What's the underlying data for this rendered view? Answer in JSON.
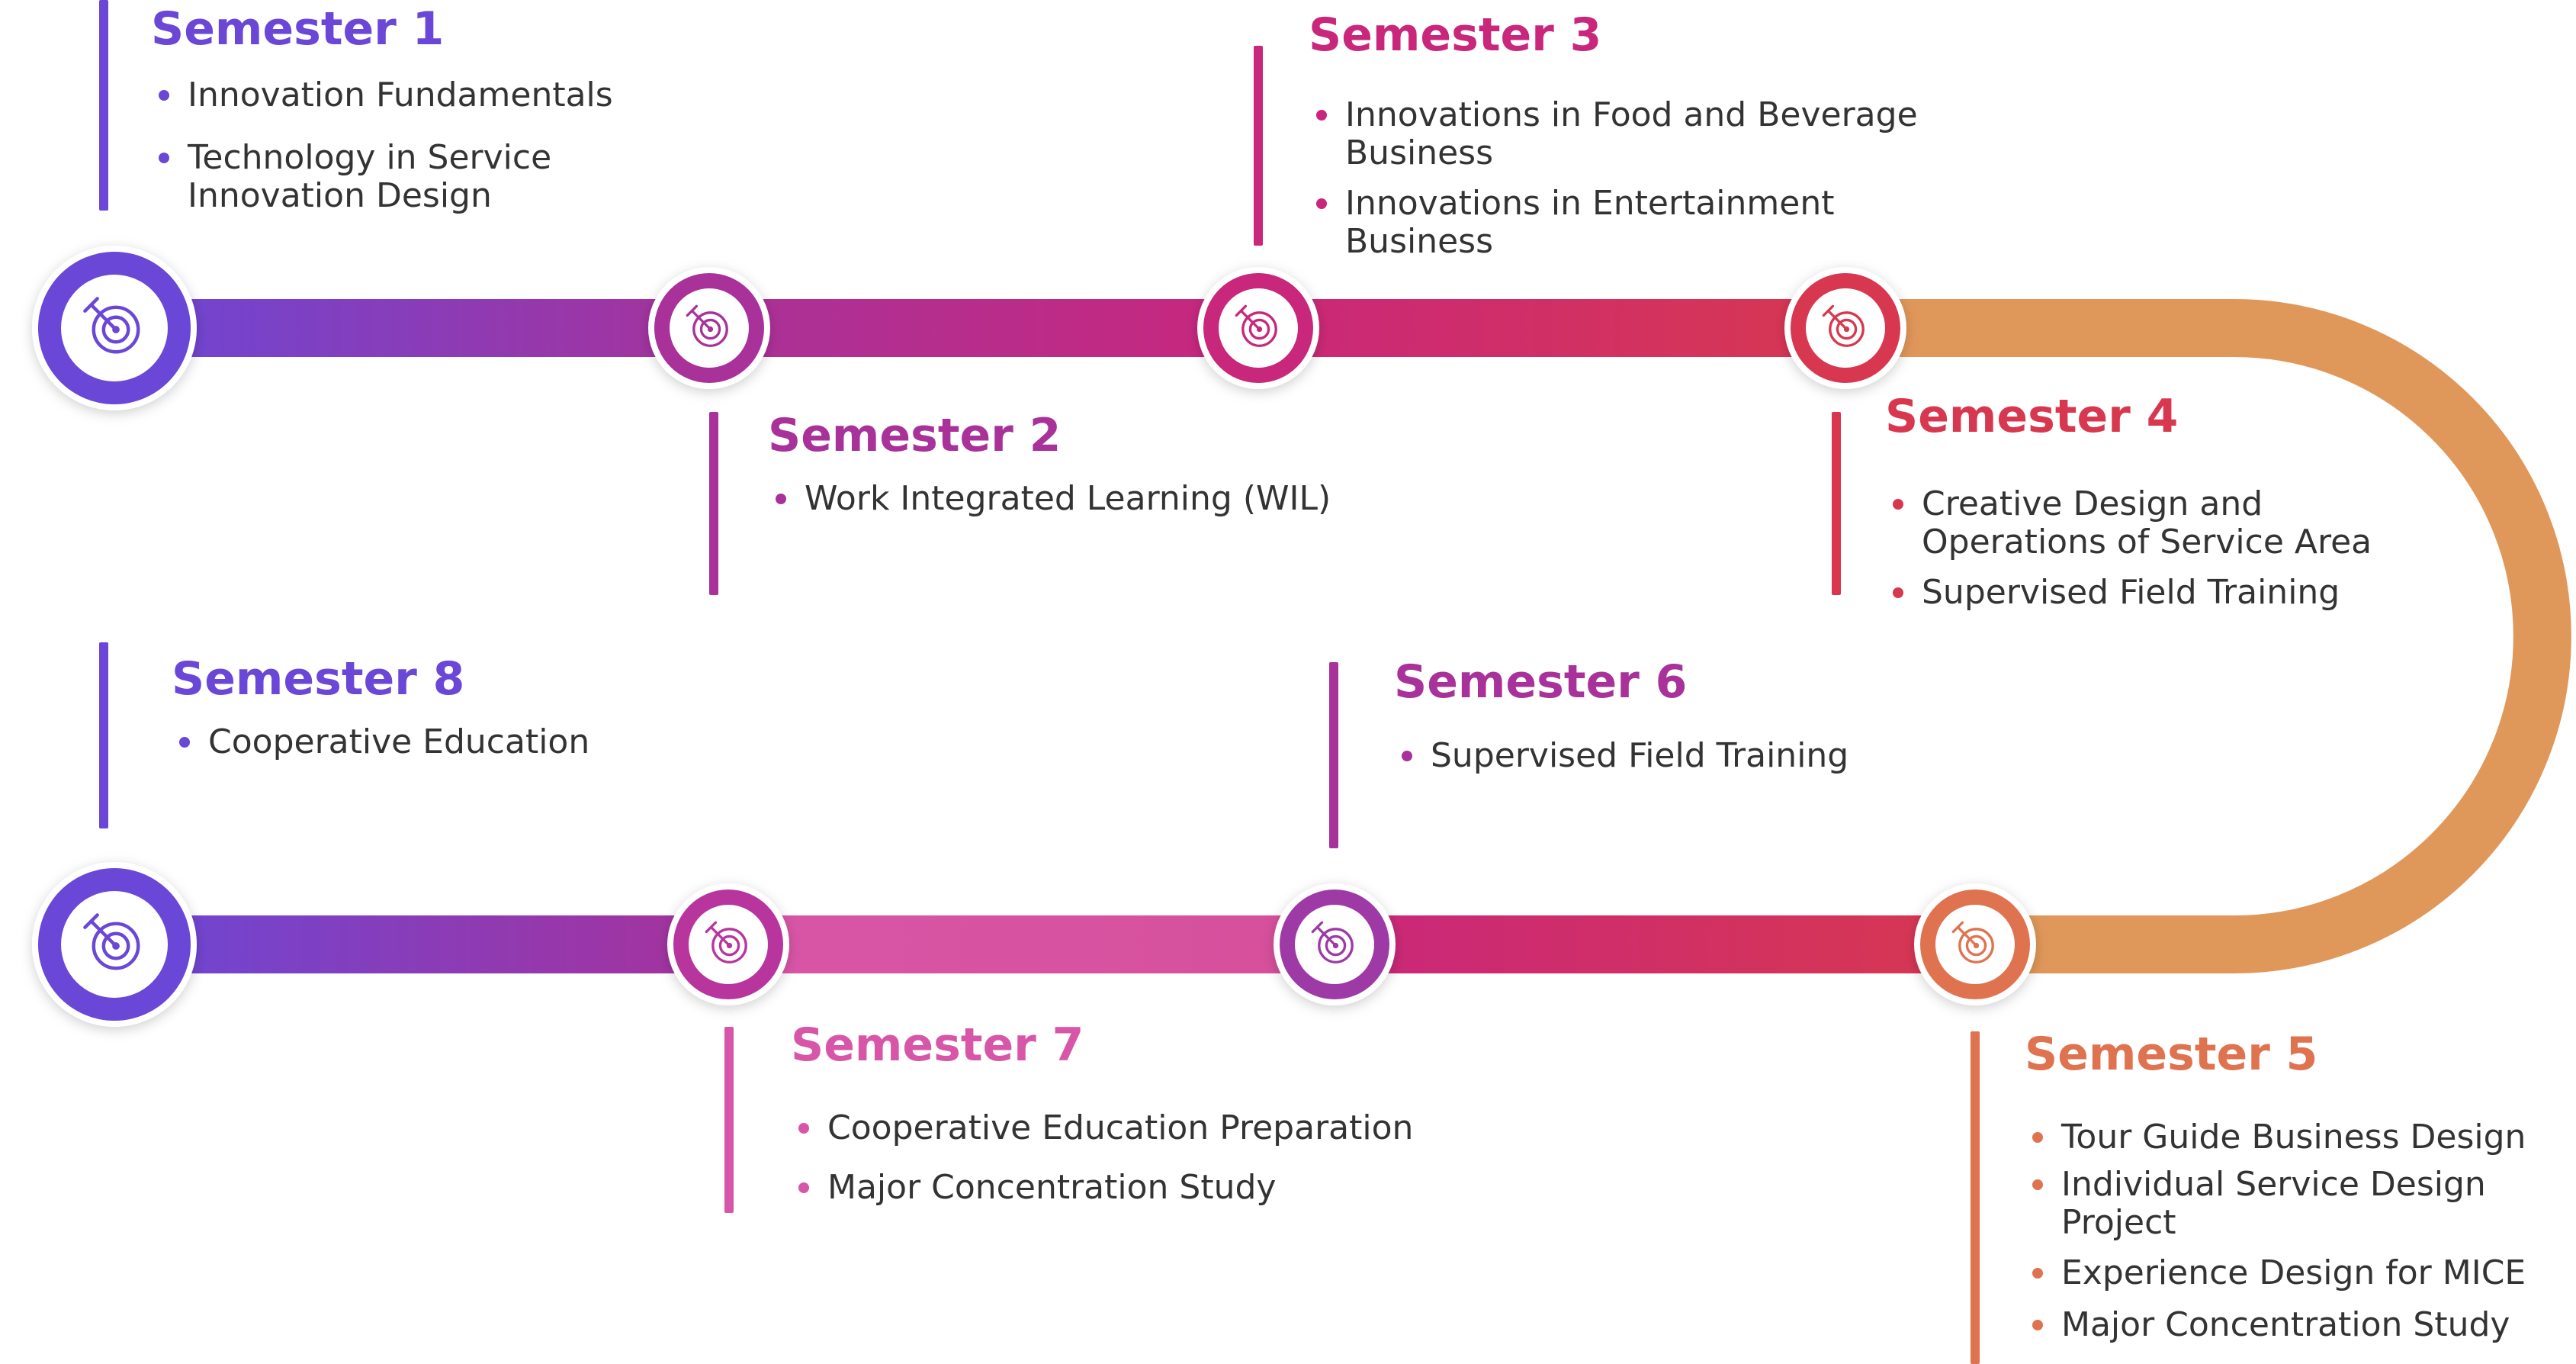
{
  "colors": {
    "purple": "#6a47d6",
    "violet": "#a8329a",
    "magenta": "#c9277b",
    "red": "#d8384f",
    "orange": "#e0975a",
    "coral": "#e0734f",
    "pink": "#d856a8",
    "text": "#333333"
  },
  "icon": "target-arrow-icon",
  "semesters": [
    {
      "title": "Semester 1",
      "color": "#6a47d6",
      "items": [
        "Innovation Fundamentals",
        "Technology in Service\nInnovation Design"
      ]
    },
    {
      "title": "Semester 2",
      "color": "#a8329a",
      "items": [
        "Work Integrated Learning (WIL)"
      ]
    },
    {
      "title": "Semester 3",
      "color": "#c9277b",
      "items": [
        "Innovations in Food and Beverage\nBusiness",
        "Innovations in Entertainment\nBusiness"
      ]
    },
    {
      "title": "Semester 4",
      "color": "#d8384f",
      "items": [
        "Creative Design and\nOperations of Service Area",
        "Supervised Field Training"
      ]
    },
    {
      "title": "Semester 5",
      "color": "#e0734f",
      "items": [
        "Tour Guide Business Design",
        "Individual Service Design\nProject",
        "Experience Design for MICE",
        "Major Concentration Study"
      ]
    },
    {
      "title": "Semester 6",
      "color": "#a8329a",
      "items": [
        "Supervised Field Training"
      ]
    },
    {
      "title": "Semester 7",
      "color": "#d856a8",
      "items": [
        "Cooperative Education Preparation",
        "Major Concentration Study"
      ]
    },
    {
      "title": "Semester 8",
      "color": "#6a47d6",
      "items": [
        "Cooperative Education"
      ]
    }
  ]
}
